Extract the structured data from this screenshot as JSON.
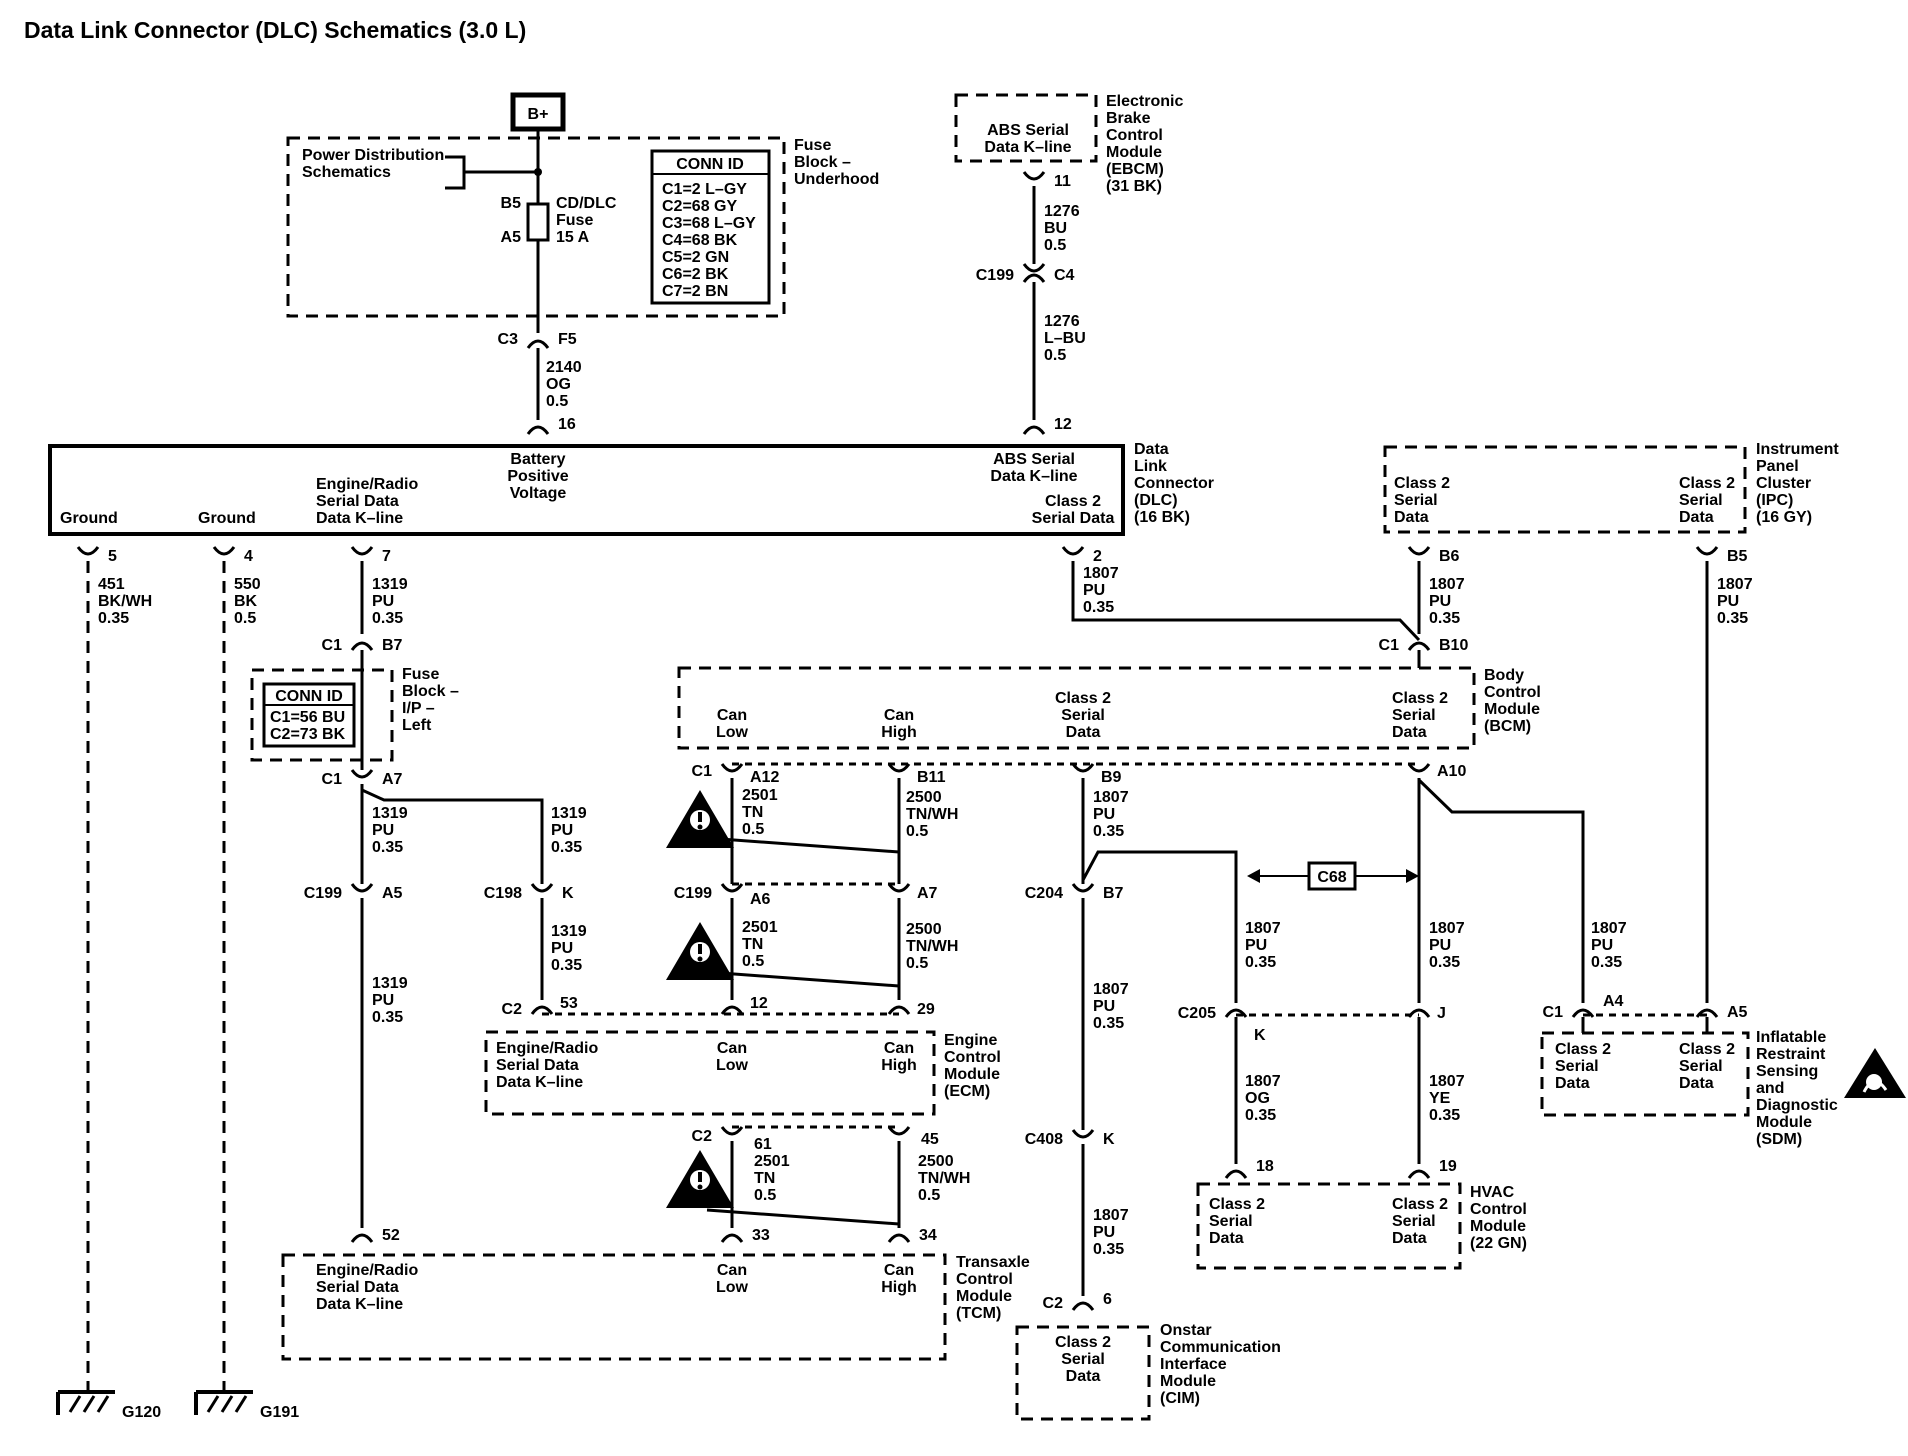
{
  "title": "Data Link Connector (DLC) Schematics (3.0 L)",
  "colors": {
    "ink": "#000000",
    "paper": "#ffffff"
  },
  "icons": {
    "caution": "caution-triangle-icon",
    "airbag": "airbag-warning-icon",
    "ground": "ground-icon"
  },
  "power": {
    "bplus": "B+",
    "pds": [
      "Power Distribution",
      "Schematics"
    ],
    "fuse_block": [
      "Fuse",
      "Block –",
      "Underhood"
    ],
    "fuse_pin_top": "B5",
    "fuse_pin_bottom": "A5",
    "fuse_label": [
      "CD/DLC",
      "Fuse",
      "15 A"
    ],
    "conn_id_title": "CONN ID",
    "conn_ids": [
      "C1=2 L–GY",
      "C2=68 GY",
      "C3=68 L–GY",
      "C4=68 BK",
      "C5=2 GN",
      "C6=2 BK",
      "C7=2 BN"
    ],
    "c3": "C3",
    "f5": "F5",
    "wire": [
      "2140",
      "OG",
      "0.5"
    ],
    "pin16": "16"
  },
  "ebcm": {
    "box": [
      "ABS Serial",
      "Data K–line"
    ],
    "label": [
      "Electronic",
      "Brake",
      "Control",
      "Module",
      "(EBCM)",
      "(31 BK)"
    ],
    "pin": "11",
    "wire1": [
      "1276",
      "BU",
      "0.5"
    ],
    "c199": "C199",
    "c4": "C4",
    "wire2": [
      "1276",
      "L–BU",
      "0.5"
    ],
    "pin12": "12"
  },
  "dlc": {
    "battery": [
      "Battery",
      "Positive",
      "Voltage"
    ],
    "abs": [
      "ABS Serial",
      "Data K–line"
    ],
    "class2": [
      "Class 2",
      "Serial Data"
    ],
    "label": [
      "Data",
      "Link",
      "Connector",
      "(DLC)",
      "(16 BK)"
    ],
    "ground1": "Ground",
    "ground2": "Ground",
    "engine_radio": [
      "Engine/Radio",
      "Serial Data",
      "Data K–line"
    ],
    "pin5": "5",
    "pin4": "4",
    "pin7": "7",
    "pin2": "2"
  },
  "grounds": {
    "w1": [
      "451",
      "BK/WH",
      "0.35"
    ],
    "w2": [
      "550",
      "BK",
      "0.5"
    ],
    "g120": "G120",
    "g191": "G191"
  },
  "kline": {
    "w1": [
      "1319",
      "PU",
      "0.35"
    ],
    "c1": "C1",
    "b7": "B7",
    "fuse_ip": [
      "Fuse",
      "Block –",
      "I/P –",
      "Left"
    ],
    "conn_id_title": "CONN ID",
    "conn_ids": [
      "C1=56 BU",
      "C2=73 BK"
    ],
    "c1b": "C1",
    "a7": "A7",
    "w2": [
      "1319",
      "PU",
      "0.35"
    ],
    "w3": [
      "1319",
      "PU",
      "0.35"
    ],
    "c199": "C199",
    "a5": "A5",
    "c198": "C198",
    "k": "K",
    "w4": [
      "1319",
      "PU",
      "0.35"
    ],
    "w5": [
      "1319",
      "PU",
      "0.35"
    ],
    "pin52": "52"
  },
  "ipc": {
    "left": [
      "Class 2",
      "Serial",
      "Data"
    ],
    "right": [
      "Class 2",
      "Serial",
      "Data"
    ],
    "label": [
      "Instrument",
      "Panel",
      "Cluster",
      "(IPC)",
      "(16 GY)"
    ],
    "b6": "B6",
    "b5": "B5",
    "w_b6": [
      "1807",
      "PU",
      "0.35"
    ],
    "w_b5": [
      "1807",
      "PU",
      "0.35"
    ],
    "w_dlc": [
      "1807",
      "PU",
      "0.35"
    ]
  },
  "bcm": {
    "c1": "C1",
    "b10": "B10",
    "can_low": [
      "Can",
      "Low"
    ],
    "can_high": [
      "Can",
      "High"
    ],
    "class2_a": [
      "Class 2",
      "Serial",
      "Data"
    ],
    "class2_b": [
      "Class 2",
      "Serial",
      "Data"
    ],
    "label": [
      "Body",
      "Control",
      "Module",
      "(BCM)"
    ],
    "c1b": "C1",
    "a12": "A12",
    "b11": "B11",
    "b9": "B9",
    "a10": "A10"
  },
  "can": {
    "w_low1": [
      "2501",
      "TN",
      "0.5"
    ],
    "w_high1": [
      "2500",
      "TN/WH",
      "0.5"
    ],
    "c199": "C199",
    "a6": "A6",
    "a7": "A7",
    "w_low2": [
      "2501",
      "TN",
      "0.5"
    ],
    "w_high2": [
      "2500",
      "TN/WH",
      "0.5"
    ],
    "w_low3": [
      "2501",
      "TN",
      "0.5"
    ],
    "w_high3": [
      "2500",
      "TN/WH",
      "0.5"
    ]
  },
  "ecm": {
    "c2": "C2",
    "p53": "53",
    "p12": "12",
    "p29": "29",
    "eng": [
      "Engine/Radio",
      "Serial Data",
      "Data K–line"
    ],
    "can_low": [
      "Can",
      "Low"
    ],
    "can_high": [
      "Can",
      "High"
    ],
    "label": [
      "Engine",
      "Control",
      "Module",
      "(ECM)"
    ],
    "c2b": "C2",
    "p61": "61",
    "p45": "45"
  },
  "tcm": {
    "p33": "33",
    "p34": "34",
    "eng": [
      "Engine/Radio",
      "Serial Data",
      "Data K–line"
    ],
    "can_low": [
      "Can",
      "Low"
    ],
    "can_high": [
      "Can",
      "High"
    ],
    "label": [
      "Transaxle",
      "Control",
      "Module",
      "(TCM)"
    ]
  },
  "class2": {
    "w_b9": [
      "1807",
      "PU",
      "0.35"
    ],
    "c204": "C204",
    "b7": "B7",
    "w_c204": [
      "1807",
      "PU",
      "0.35"
    ],
    "c408": "C408",
    "k408": "K",
    "w_c408": [
      "1807",
      "PU",
      "0.35"
    ],
    "c2": "C2",
    "p6": "6",
    "c68": "C68",
    "w_205a": [
      "1807",
      "PU",
      "0.35"
    ],
    "w_205b": [
      "1807",
      "PU",
      "0.35"
    ],
    "c205": "C205",
    "j": "J",
    "k": "K",
    "w_og": [
      "1807",
      "OG",
      "0.35"
    ],
    "w_ye": [
      "1807",
      "YE",
      "0.35"
    ],
    "p18": "18",
    "p19": "19",
    "w_sdm": [
      "1807",
      "PU",
      "0.35"
    ]
  },
  "cim": {
    "box": [
      "Class 2",
      "Serial",
      "Data"
    ],
    "label": [
      "Onstar",
      "Communication",
      "Interface",
      "Module",
      "(CIM)"
    ]
  },
  "hvac": {
    "left": [
      "Class 2",
      "Serial",
      "Data"
    ],
    "right": [
      "Class 2",
      "Serial",
      "Data"
    ],
    "label": [
      "HVAC",
      "Control",
      "Module",
      "(22 GN)"
    ]
  },
  "sdm": {
    "c1": "C1",
    "a4": "A4",
    "a5": "A5",
    "left": [
      "Class 2",
      "Serial",
      "Data"
    ],
    "right": [
      "Class 2",
      "Serial",
      "Data"
    ],
    "label": [
      "Inflatable",
      "Restraint",
      "Sensing",
      "and",
      "Diagnostic",
      "Module",
      "(SDM)"
    ]
  }
}
